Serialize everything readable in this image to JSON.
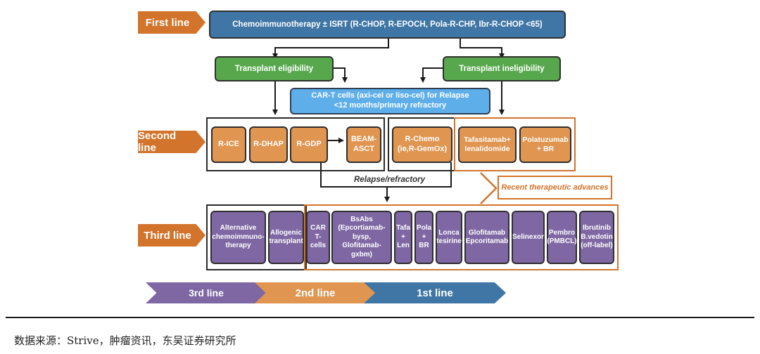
{
  "colors": {
    "first_line": "#3f76a6",
    "transplant": "#57a84d",
    "cart": "#5eaeea",
    "second_line": "#e09550",
    "third_line": "#7e67a3",
    "line_label": "#d2742b"
  },
  "line_labels": {
    "first": "First line",
    "second": "Second line",
    "third": "Third line"
  },
  "first_line": {
    "text": "Chemoimmunotherapy ± ISRT (R-CHOP, R-EPOCH, Pola-R-CHP, Ibr-R-CHOP <65)"
  },
  "transplant": {
    "eligible": "Transplant eligibility",
    "ineligible": "Transplant ineligibility"
  },
  "cart": {
    "line1": "CAR-T cells (axi-cel or liso-cel) for Relapse",
    "line2": "<12 months/primary refractory"
  },
  "second_line": {
    "eligible_items": [
      {
        "label": "R-ICE"
      },
      {
        "label": "R-DHAP"
      },
      {
        "label": "R-GDP"
      },
      {
        "label": "BEAM-\nASCT"
      }
    ],
    "ineligible_items": [
      {
        "label": "R-Chemo\n(ie,R-GemOx)"
      }
    ],
    "recent_items": [
      {
        "label": "Tafasitamab+\nlenalidomide"
      },
      {
        "label": "Polatuzumab\n+ BR"
      }
    ],
    "relapse_label": "Relapse/refractory",
    "recent_label": "Recent therapeutic advances"
  },
  "third_line": {
    "items": [
      {
        "label": "Alternative\nchemoimmuno-\ntherapy"
      },
      {
        "label": "Allogenic\ntransplant"
      },
      {
        "label": "CAR\nT-cells"
      },
      {
        "label": "BsAbs\n(Epcortiamab-\nbysp, Glofitamab-\ngxbm)"
      },
      {
        "label": "Tafa\n+\nLen"
      },
      {
        "label": "Pola\n+\nBR"
      },
      {
        "label": "Lonca\ntesirine"
      },
      {
        "label": "Glofitamab\nEpcoritamab"
      },
      {
        "label": "Selinexor"
      },
      {
        "label": "Pembro\n(PMBCL)"
      },
      {
        "label": "Ibrutinib\nB.vedotin\n(off-label)"
      }
    ]
  },
  "timeline": {
    "segments": [
      {
        "label": "3rd line",
        "color": "#7e67a3"
      },
      {
        "label": "2nd line",
        "color": "#e09550"
      },
      {
        "label": "1st line",
        "color": "#3f76a6"
      }
    ]
  },
  "footer": {
    "source": "数据来源：Strive，肿瘤资讯，东吴证券研究所"
  }
}
